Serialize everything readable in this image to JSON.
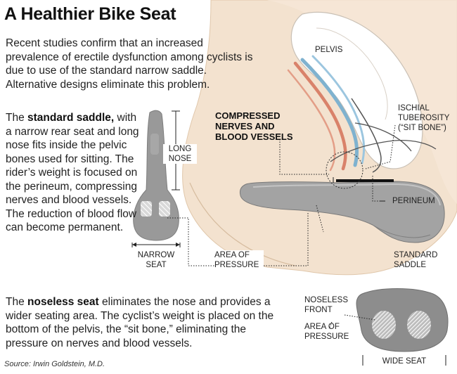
{
  "title": "A Healthier Bike Seat",
  "intro": "Recent studies confirm that an increased prevalence of erectile dysfunction among cyclists is due to use of the standard narrow saddle. Alternative designs eliminate this problem.",
  "standard_saddle": {
    "lead": "The ",
    "bold": "standard saddle,",
    "rest": " with a narrow rear seat and long nose fits inside the pelvic bones used for sitting. The rider’s weight is focused on the perineum, compressing nerves and blood vessels. The reduction of blood flow can become permanent."
  },
  "noseless_seat": {
    "lead": "The ",
    "bold": "noseless seat",
    "rest": " eliminates the nose and provides a wider seating area. The cyclist’s weight is placed on the bottom of the pelvis, the “sit bone,” eliminating the pressure on nerves and blood vessels."
  },
  "labels": {
    "pelvis": "PELVIS",
    "compressed_line1": "COMPRESSED",
    "compressed_line2": "NERVES AND",
    "compressed_line3": "BLOOD VESSELS",
    "ischial_line1": "ISCHIAL",
    "ischial_line2": "TUBEROSITY",
    "ischial_line3": "(“SIT BONE”)",
    "long_nose_line1": "LONG",
    "long_nose_line2": "NOSE",
    "perineum": "PERINEUM",
    "narrow_seat_line1": "NARROW",
    "narrow_seat_line2": "SEAT",
    "area_pressure_inline": "AREA OF PRESSURE",
    "standard_saddle_line1": "STANDARD",
    "standard_saddle_line2": "SADDLE",
    "noseless_front_line1": "NOSELESS",
    "noseless_front_line2": "FRONT",
    "area_pressure_line1": "AREA OF",
    "area_pressure_line2": "PRESSURE",
    "wide_seat": "WIDE SEAT"
  },
  "source": "Source: Irwin Goldstein, M.D.",
  "colors": {
    "skin": "#f1ddc7",
    "skin_outline": "#d9bfa3",
    "bone": "#ffffff",
    "nerve_blue": "#7fb2cf",
    "vessel_red": "#d9826a",
    "saddle_gray": "#9b9b9b",
    "saddle_dark": "#6f6f6f",
    "line": "#333333"
  }
}
